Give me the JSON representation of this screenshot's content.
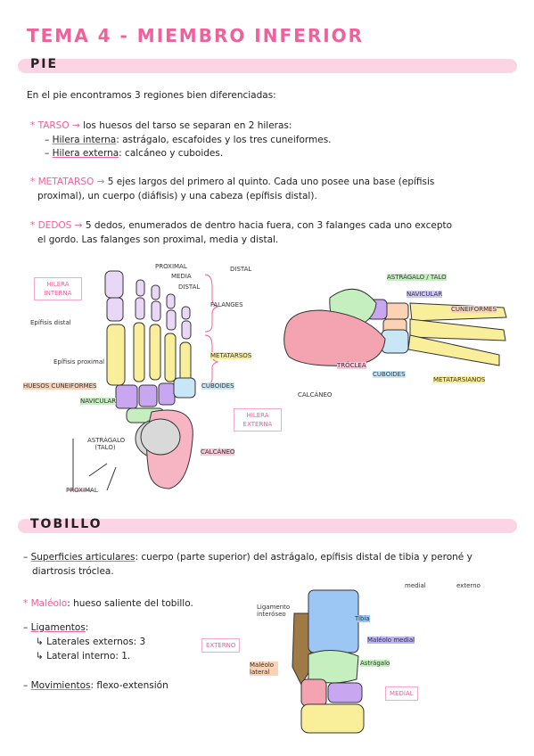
{
  "title": "TEMA 4 - MIEMBRO INFERIOR",
  "pie": {
    "heading": "PIE",
    "intro": "En el pie encontramos 3 regiones bien diferenciadas:",
    "tarso": {
      "label": "TARSO",
      "text": "los huesos del tarso se separan en 2 hileras:",
      "hilera_interna_label": "Hilera interna",
      "hilera_interna_text": ": astrágalo, escafoides y los tres cuneiformes.",
      "hilera_externa_label": "Hilera externa",
      "hilera_externa_text": ": calcáneo y cuboides."
    },
    "metatarso": {
      "label": "METATARSO",
      "text1": "5 ejes largos del primero al quinto. Cada uno posee una base (epífisis",
      "text2": "proximal), un cuerpo (diáfisis) y una cabeza (epífisis distal)."
    },
    "dedos": {
      "label": "DEDOS",
      "text1": "5 dedos, enumerados de dentro hacia fuera, con 3 falanges cada uno excepto",
      "text2": "el gordo. Las falanges son proximal, media y distal."
    },
    "fig1": {
      "hilera_interna": "HILERA INTERNA",
      "proximal_top": "PROXIMAL",
      "media": "MEDIA",
      "distal_small": "DISTAL",
      "distal": "DISTAL",
      "falanges": "FALANGES",
      "epifisis_distal": "Epífisis distal",
      "epifisis_proximal": "Epífisis proximal",
      "metatarsos": "METATARSOS",
      "huesos_cuneiformes": "HUESOS CUNEIFORMES",
      "cuboides": "CUBOIDES",
      "navicular": "NAVICULAR",
      "hilera_externa": "HILERA EXTERNA",
      "astragalo": "ASTRÁGALO (TALO)",
      "calcaneo": "CALCÁNEO",
      "proximal_bottom": "PROXIMAL"
    },
    "fig2": {
      "astragalo_talo": "ASTRÁGALO / TALO",
      "navicular": "NAVICULAR",
      "cuneiformes": "CUNEIFORMES",
      "troclea": "TRÓCLEA",
      "cuboides": "CUBOIDES",
      "metatarsianos": "METATARSIANOS",
      "calcaneo": "CALCÁNEO"
    }
  },
  "tobillo": {
    "heading": "TOBILLO",
    "sup_label": "Superficies articulares",
    "sup_text1": ": cuerpo (parte superior) del astrágalo, epífisis distal de tibia y peroné y",
    "sup_text2": "diartrosis tróclea.",
    "medial": "medial",
    "externo_note": "externo",
    "maleolo_label": "Maléolo",
    "maleolo_text": ": hueso saliente del tobillo.",
    "ligamentos_label": "Ligamentos",
    "lig1": "Laterales externos: 3",
    "lig2": "Lateral interno: 1.",
    "movimientos_label": "Movimientos",
    "movimientos_text": ": flexo-extensión",
    "fig3": {
      "ligamento": "Ligamento interóseo",
      "tibia": "Tibia",
      "externo": "EXTERNO",
      "maleolo_medial": "Maléolo medial",
      "maleolo_lateral": "Maléolo lateral",
      "astragalo": "Astrágalo",
      "medial": "MEDIAL"
    }
  }
}
